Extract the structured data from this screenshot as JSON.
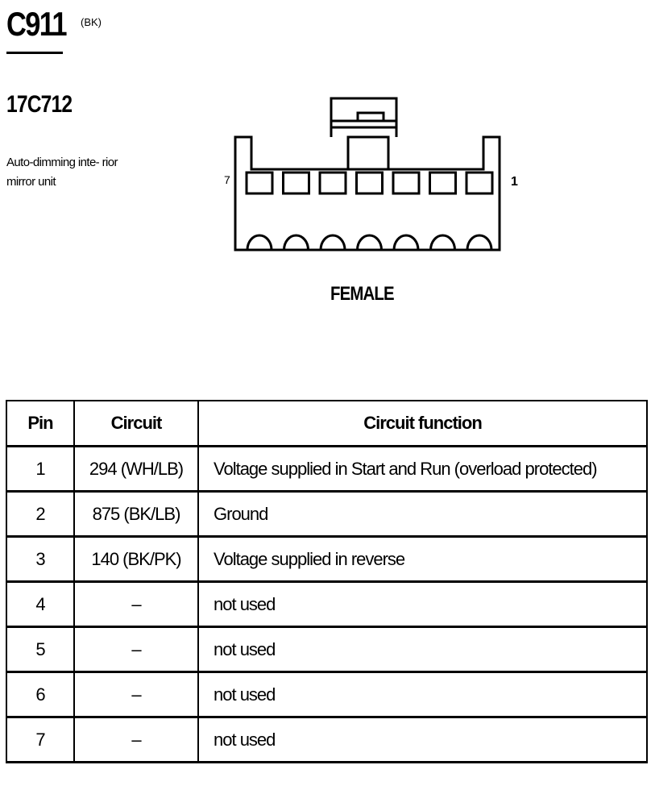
{
  "header": {
    "connector_id": "C911",
    "color_code": "(BK)",
    "part_number": "17C712",
    "description": "Auto-dimming inte- rior mirror unit"
  },
  "diagram": {
    "pin_left_label": "7",
    "pin_right_label": "1",
    "gender": "FEMALE"
  },
  "table": {
    "headers": {
      "pin": "Pin",
      "circuit": "Circuit",
      "function": "Circuit function"
    },
    "rows": [
      {
        "pin": "1",
        "circuit": "294 (WH/LB)",
        "function": "Voltage supplied in Start and Run (overload protected)"
      },
      {
        "pin": "2",
        "circuit": "875 (BK/LB)",
        "function": "Ground"
      },
      {
        "pin": "3",
        "circuit": "140 (BK/PK)",
        "function": "Voltage supplied in reverse"
      },
      {
        "pin": "4",
        "circuit": "–",
        "function": "not used"
      },
      {
        "pin": "5",
        "circuit": "–",
        "function": "not used"
      },
      {
        "pin": "6",
        "circuit": "–",
        "function": "not used"
      },
      {
        "pin": "7",
        "circuit": "–",
        "function": "not used"
      }
    ]
  }
}
